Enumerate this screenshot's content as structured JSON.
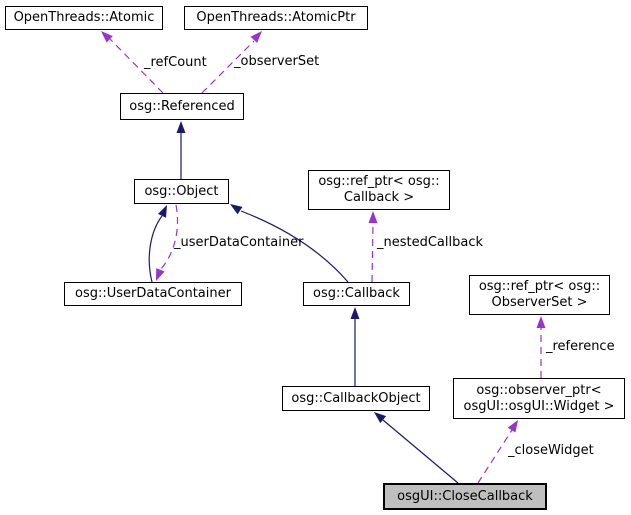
{
  "diagram": {
    "kind": "collaboration-graph",
    "main_class": "osgUI::CloseCallback"
  },
  "colors": {
    "inheritance": "#191970",
    "usage": "#9A32CD",
    "node-border": "#000000",
    "node-fill": "#FFFFFF",
    "main-node-fill": "#BFBFBF",
    "text": "#000000",
    "background": "#FFFFFF"
  },
  "nodes": {
    "atomic": {
      "label": "OpenThreads::Atomic"
    },
    "atomicptr": {
      "label": "OpenThreads::AtomicPtr"
    },
    "referenced": {
      "label": "osg::Referenced"
    },
    "object": {
      "label": "osg::Object"
    },
    "refptr_callback": {
      "line1": "osg::ref_ptr< osg::",
      "line2": "Callback >"
    },
    "userdatacontainer": {
      "label": "osg::UserDataContainer"
    },
    "callback": {
      "label": "osg::Callback"
    },
    "refptr_observerset": {
      "line1": "osg::ref_ptr< osg::",
      "line2": "ObserverSet >"
    },
    "callbackobject": {
      "label": "osg::CallbackObject"
    },
    "observerptr_widget": {
      "line1": "osg::observer_ptr<",
      "line2": "osgUI::osgUI::Widget >"
    },
    "closecallback": {
      "label": "osgUI::CloseCallback"
    }
  },
  "edge_labels": {
    "refcount": "_refCount",
    "observerset": "_observerSet",
    "userdatacontainer": "_userDataContainer",
    "nestedcallback": "_nestedCallback",
    "reference": "_reference",
    "closewidget": "_closeWidget"
  }
}
